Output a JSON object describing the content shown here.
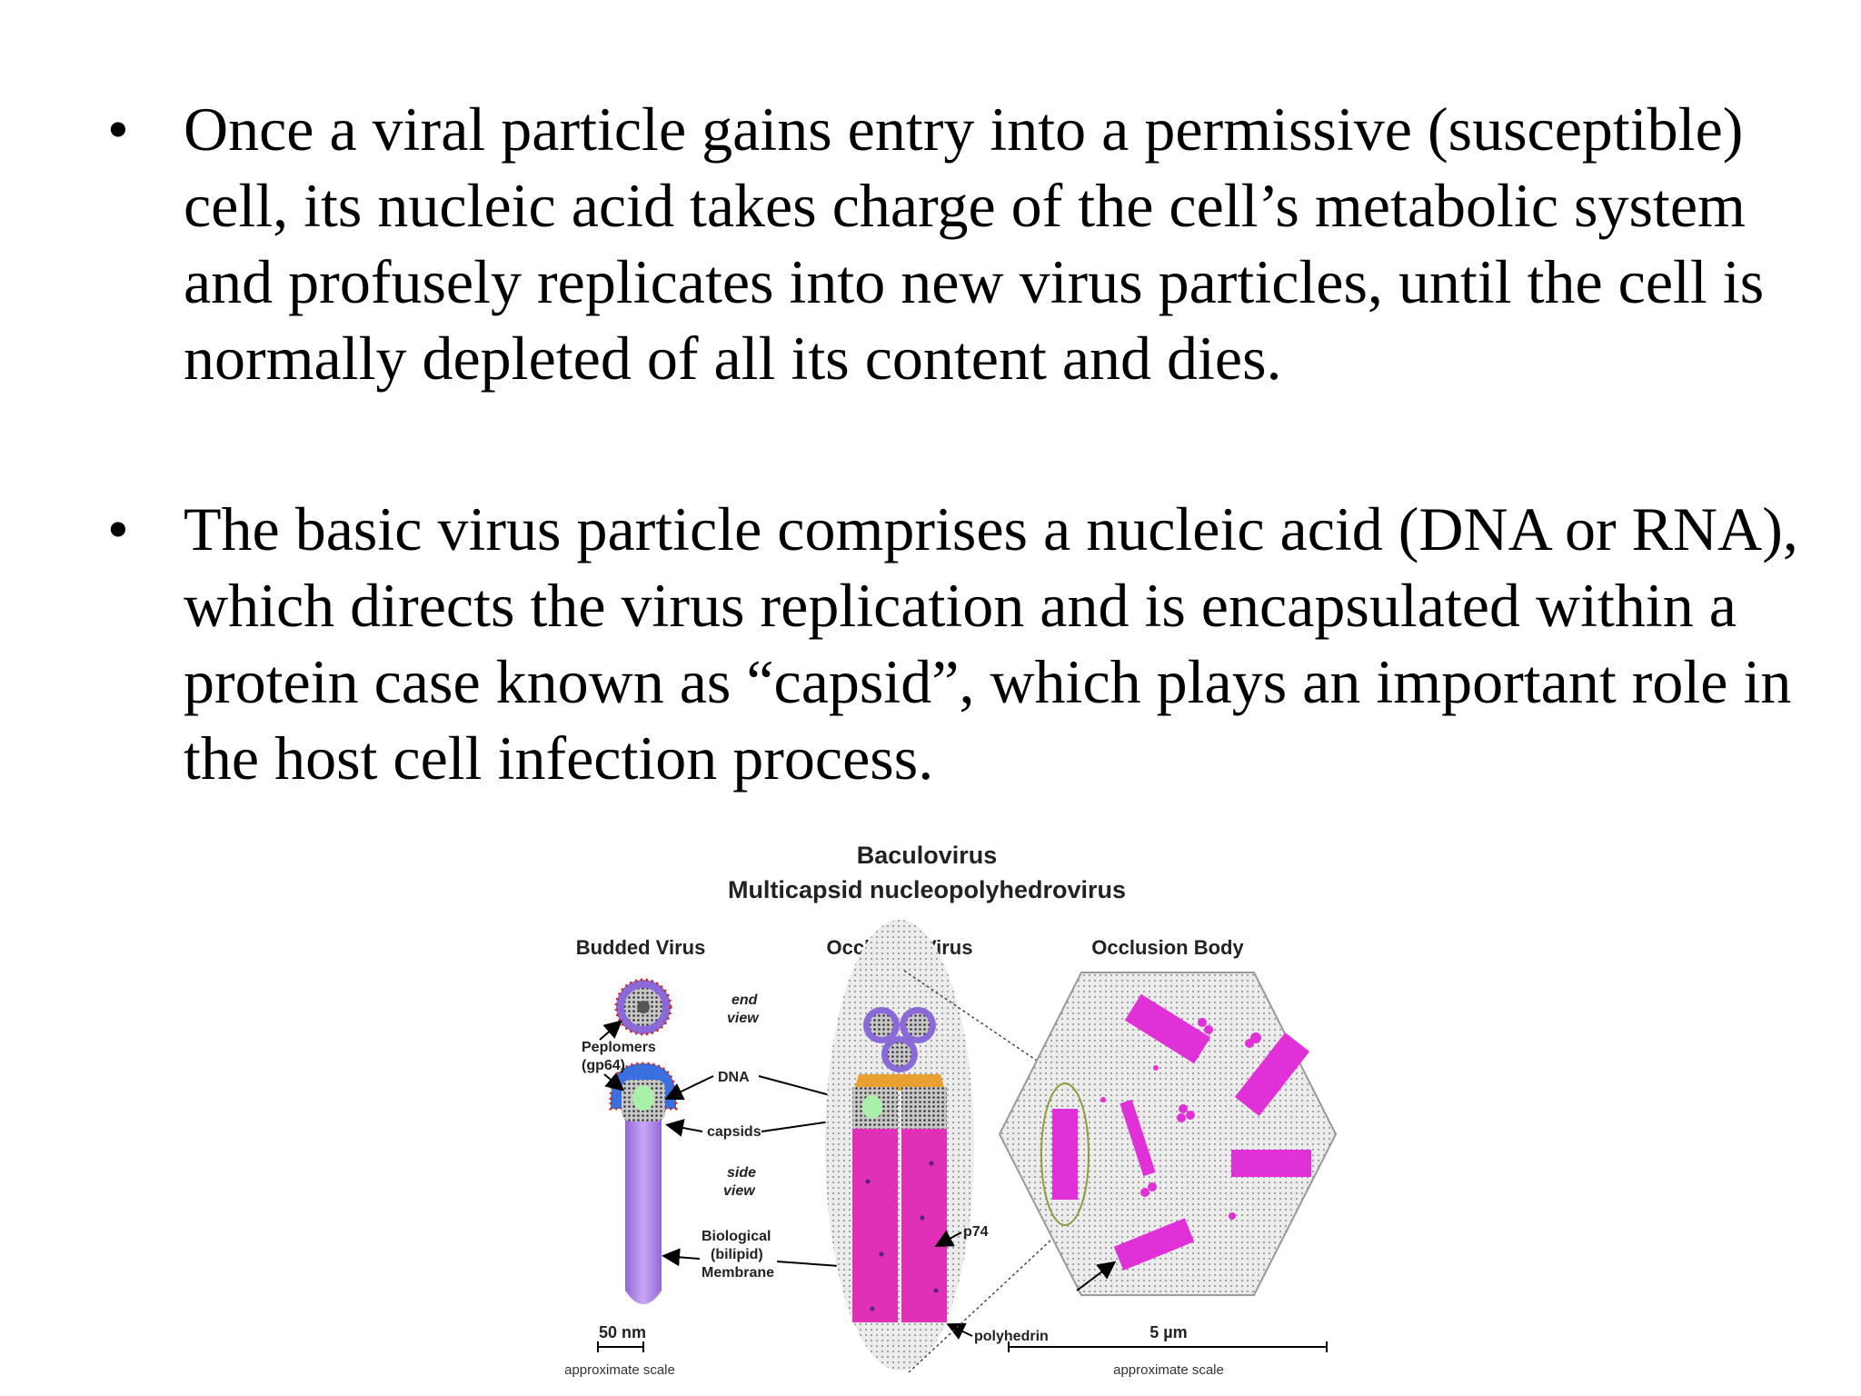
{
  "bullets": [
    {
      "marker": "•",
      "text": "Once a viral particle gains entry into a permissive (susceptible) cell, its nucleic acid takes charge of the cell’s metabolic system and profusely replicates into new virus particles, until the cell is normally depleted of all its content and dies."
    },
    {
      "marker": "•",
      "text": "The basic virus particle comprises a nucleic acid (DNA or RNA), which directs the virus replication and is encapsulated within a protein case known as “capsid”, which plays an important role in the host cell infection process."
    }
  ],
  "diagram": {
    "title": "Baculovirus",
    "subtitle": "Multicapsid nucleopolyhedrovirus",
    "columns": {
      "budded": "Budded Virus",
      "occluded": "Occluded Virus",
      "body": "Occlusion Body"
    },
    "labels": {
      "end1": "end",
      "end2": "view",
      "peplomers1": "Peplomers",
      "peplomers2": "(gp64)",
      "dna": "DNA",
      "capsids": "capsids",
      "side1": "side",
      "side2": "view",
      "mem1": "Biological",
      "mem2": "(bilipid)",
      "mem3": "Membrane",
      "p74": "p74",
      "polyhedrin": "polyhedrin"
    },
    "scales": {
      "left_value": "50 nm",
      "left_caption": "approximate scale",
      "right_value": "5 µm",
      "right_caption": "approximate scale"
    },
    "colors": {
      "magenta": "#e030d8",
      "lavender": "#b08ae8",
      "hexagon": "#d8d8d8",
      "membrane": "#3a6fe0"
    }
  }
}
